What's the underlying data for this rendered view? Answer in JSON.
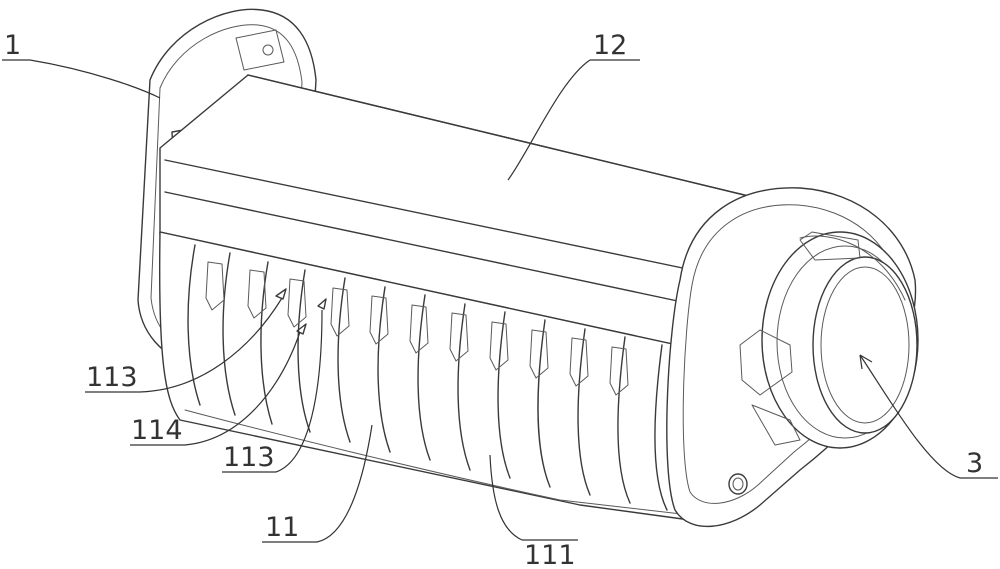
{
  "labels": {
    "l1": "1",
    "l12": "12",
    "l113a": "113",
    "l114": "114",
    "l113b": "113",
    "l11": "11",
    "l111": "111",
    "l3": "3"
  }
}
